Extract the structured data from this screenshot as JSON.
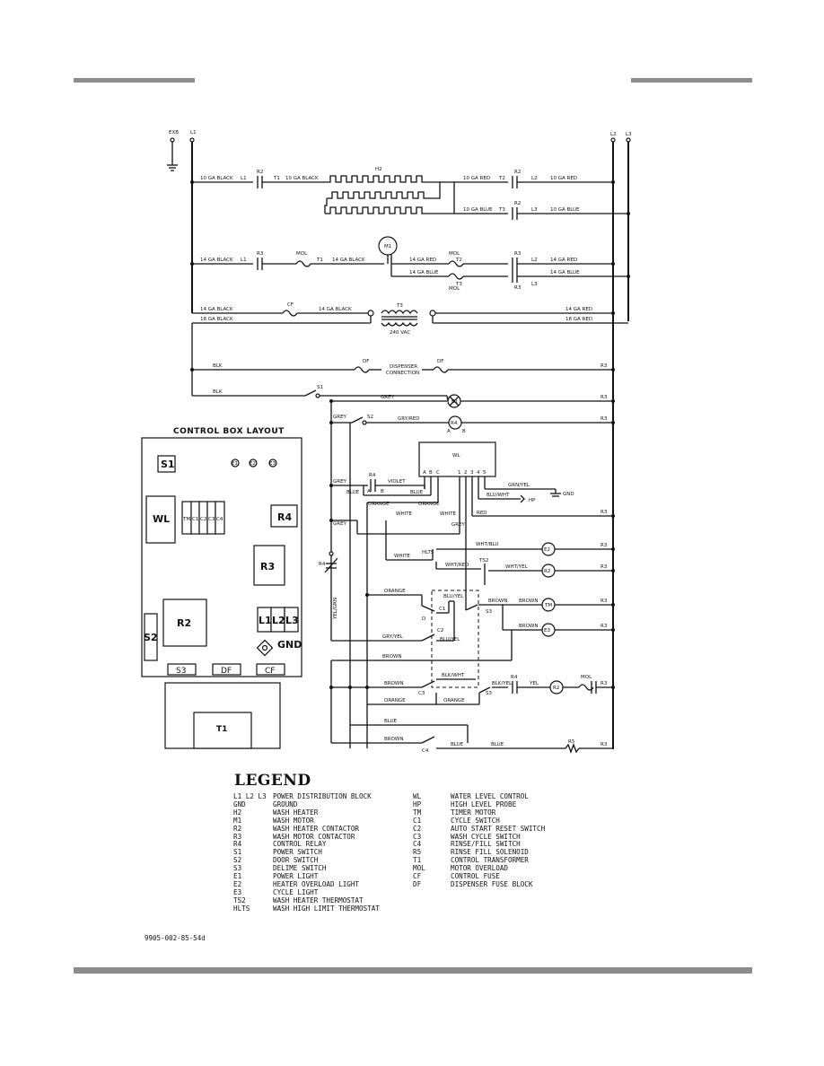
{
  "header": {
    "bar_color": "#8c8c8c"
  },
  "supply": {
    "exb": "EXB",
    "l1": "L1",
    "l2": "L2",
    "l3": "L3"
  },
  "wire": {
    "ga10_black": "10 GA BLACK",
    "ga10_red": "10 GA RED",
    "ga10_blue": "10 GA BLUE",
    "ga14_black": "14 GA BLACK",
    "ga14_red": "14 GA RED",
    "ga14_blue": "14 GA BLUE",
    "ga18_black": "18 GA BLACK",
    "ga18_red": "18 GA RED",
    "blk": "BLK",
    "grey": "GREY",
    "gry_red": "GRY/RED",
    "violet": "VIOLET",
    "blue": "BLUE",
    "orange": "ORANGE",
    "white": "WHITE",
    "red": "RED",
    "grn_yel": "GRN/YEL",
    "blu_wht": "BLU/WHT",
    "wht_blu": "WHT/BLU",
    "wht_red": "WHT/RED",
    "wht_yel": "WHT/YEL",
    "blu_yel": "BLU/YEL",
    "brown": "BROWN",
    "gry_yel": "GRY/YEL",
    "blk_wht": "BLK/WHT",
    "blk_yel": "BLK/YEL",
    "yel": "YEL",
    "yel_grn": "YEL/GRN"
  },
  "components": {
    "r2": "R2",
    "r3": "R3",
    "r4": "R4",
    "r5": "R5",
    "h2": "H2",
    "m1": "M1",
    "mol": "MOL",
    "t1": "T1",
    "t2": "T2",
    "t3": "T3",
    "l1": "L1",
    "l2": "L2",
    "l3": "L3",
    "df": "DF",
    "cf": "CF",
    "v240": "240 VAC",
    "dispenser": [
      "DISPENSER",
      "CONNECTION"
    ],
    "s1": "S1",
    "s2": "S2",
    "s3": "S3",
    "e1": "E1",
    "e2": "E2",
    "e3": "E3",
    "wl": "WL",
    "hp": "HP",
    "gnd": "GND",
    "hlts": "HLTS",
    "ts2": "TS2",
    "tm": "TM",
    "c1": "C1",
    "c2": "C2",
    "c3": "C3",
    "c4": "C4",
    "r3_1": "R3",
    "wl_terms_left": [
      "A",
      "B",
      "C"
    ],
    "wl_terms_right": [
      "1",
      "2",
      "3",
      "4",
      "5"
    ],
    "a": "A",
    "b": "B",
    "d": "D"
  },
  "control_box": {
    "title": "CONTROL BOX LAYOUT",
    "s1": "S1",
    "wl": "WL",
    "r4": "R4",
    "r3": "R3",
    "r2": "R2",
    "s2": "S2",
    "l1": "L1",
    "l2": "L2",
    "l3": "L3",
    "gnd": "GND",
    "s3": "S3",
    "df": "DF",
    "cf": "CF",
    "t1": "T1",
    "strip": [
      "TM",
      "C1",
      "C2",
      "C3",
      "C4"
    ],
    "lights": [
      "E1",
      "E2",
      "E3"
    ]
  },
  "legend": {
    "title": "LEGEND",
    "left": [
      [
        "L1 L2 L3",
        "POWER DISTRIBUTION BLOCK"
      ],
      [
        "GND",
        "GROUND"
      ],
      [
        "H2",
        "WASH HEATER"
      ],
      [
        "M1",
        "WASH MOTOR"
      ],
      [
        "R2",
        "WASH HEATER CONTACTOR"
      ],
      [
        "R3",
        "WASH MOTOR CONTACTOR"
      ],
      [
        "R4",
        "CONTROL RELAY"
      ],
      [
        "S1",
        "POWER SWITCH"
      ],
      [
        "S2",
        "DOOR SWITCH"
      ],
      [
        "S3",
        "DELIME SWITCH"
      ],
      [
        "E1",
        "POWER LIGHT"
      ],
      [
        "E2",
        "HEATER OVERLOAD LIGHT"
      ],
      [
        "E3",
        "CYCLE LIGHT"
      ],
      [
        "TS2",
        "WASH HEATER THERMOSTAT"
      ],
      [
        "HLTS",
        "WASH HIGH LIMIT THERMOSTAT"
      ]
    ],
    "right": [
      [
        "WL",
        "WATER LEVEL CONTROL"
      ],
      [
        "HP",
        "HIGH LEVEL PROBE"
      ],
      [
        "TM",
        "TIMER MOTOR"
      ],
      [
        "C1",
        "CYCLE SWITCH"
      ],
      [
        "C2",
        "AUTO START RESET SWITCH"
      ],
      [
        "C3",
        "WASH CYCLE SWITCH"
      ],
      [
        "C4",
        "RINSE/FILL SWITCH"
      ],
      [
        "R5",
        "RINSE FILL SOLENOID"
      ],
      [
        "T1",
        "CONTROL TRANSFORMER"
      ],
      [
        "MOL",
        "MOTOR OVERLOAD"
      ],
      [
        "CF",
        "CONTROL FUSE"
      ],
      [
        "DF",
        "DISPENSER FUSE BLOCK"
      ]
    ]
  },
  "doc_number": "9905-002-85-54d"
}
